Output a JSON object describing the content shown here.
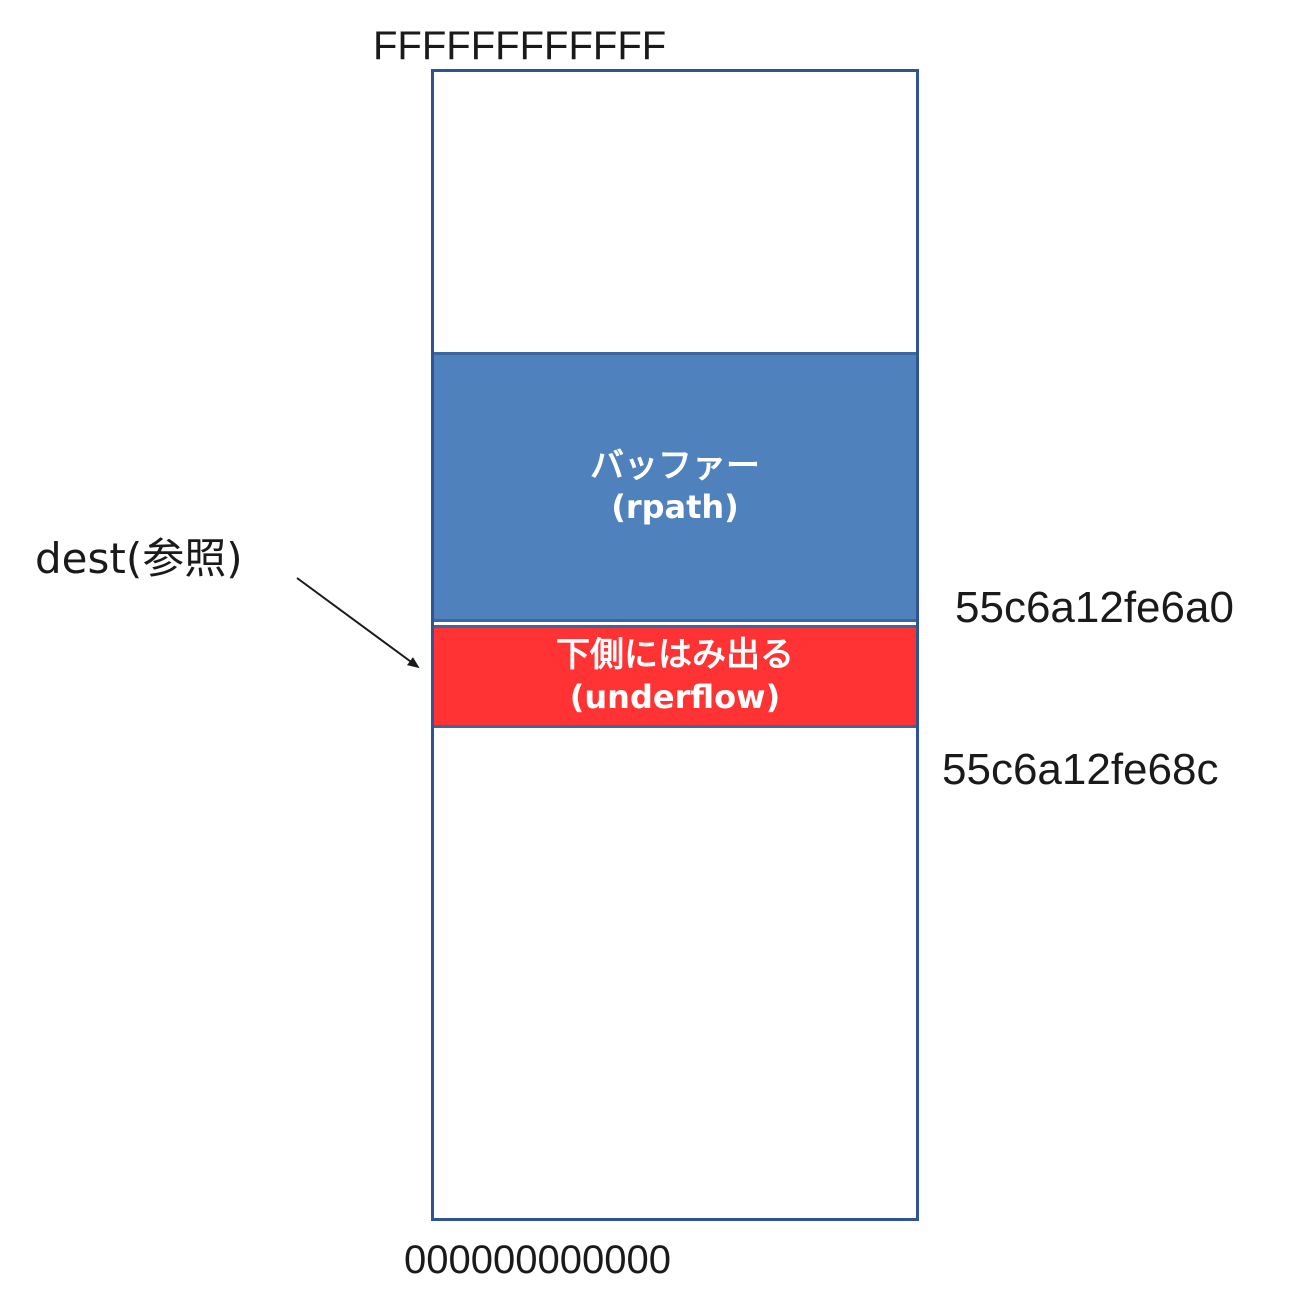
{
  "addresses": {
    "top": "FFFFFFFFFFFF",
    "bottom": "000000000000",
    "buffer_boundary": "55c6a12fe6a0",
    "underflow_boundary": "55c6a12fe68c"
  },
  "regions": {
    "buffer": {
      "title": "バッファー",
      "subtitle": "(rpath)",
      "color": "#4f81bd"
    },
    "underflow": {
      "title": "下側にはみ出る",
      "subtitle": "(underflow)",
      "color": "#ff3333"
    },
    "outline_color": "#2f5496"
  },
  "pointer": {
    "label": "dest(参照)"
  }
}
